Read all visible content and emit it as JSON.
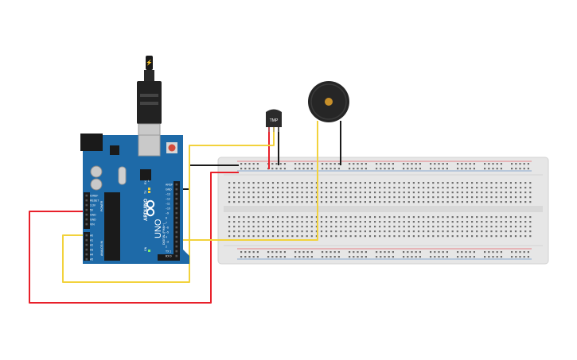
{
  "arduino": {
    "brand": "ARDUINO",
    "model": "UNO",
    "power_header": [
      "IOREF",
      "RESET",
      "3.3V",
      "5V",
      "GND",
      "GND",
      "VIN"
    ],
    "analog_header": [
      "A0",
      "A1",
      "A2",
      "A3",
      "A4",
      "A5"
    ],
    "digital_header": [
      "AREF",
      "GND",
      "~13",
      "~12",
      "~11",
      "~10",
      "~9",
      "8",
      "7",
      "~6",
      "~5",
      "4",
      "~3",
      "2",
      "TX 1",
      "RX 0"
    ],
    "labels": {
      "power": "POWER",
      "analog_in": "ANALOG IN",
      "digital": "DIGITAL (PWM~)",
      "tx": "TX",
      "rx": "RX",
      "l": "L",
      "on": "ON"
    }
  },
  "sensor": {
    "label": "TMP"
  },
  "wires": [
    {
      "name": "5v-wire",
      "color": "#e8202a"
    },
    {
      "name": "gnd-wire",
      "color": "#1a1a1a"
    },
    {
      "name": "a0-wire",
      "color": "#f2d23c"
    },
    {
      "name": "buzzer-signal-wire",
      "color": "#f2d23c"
    }
  ],
  "colors": {
    "board": "#1e6aa8",
    "breadboard": "#e6e6e6",
    "breadboard_hole": "#6e6e6e",
    "rail_red": "#e8202a",
    "rail_blue": "#2a6ab6"
  }
}
